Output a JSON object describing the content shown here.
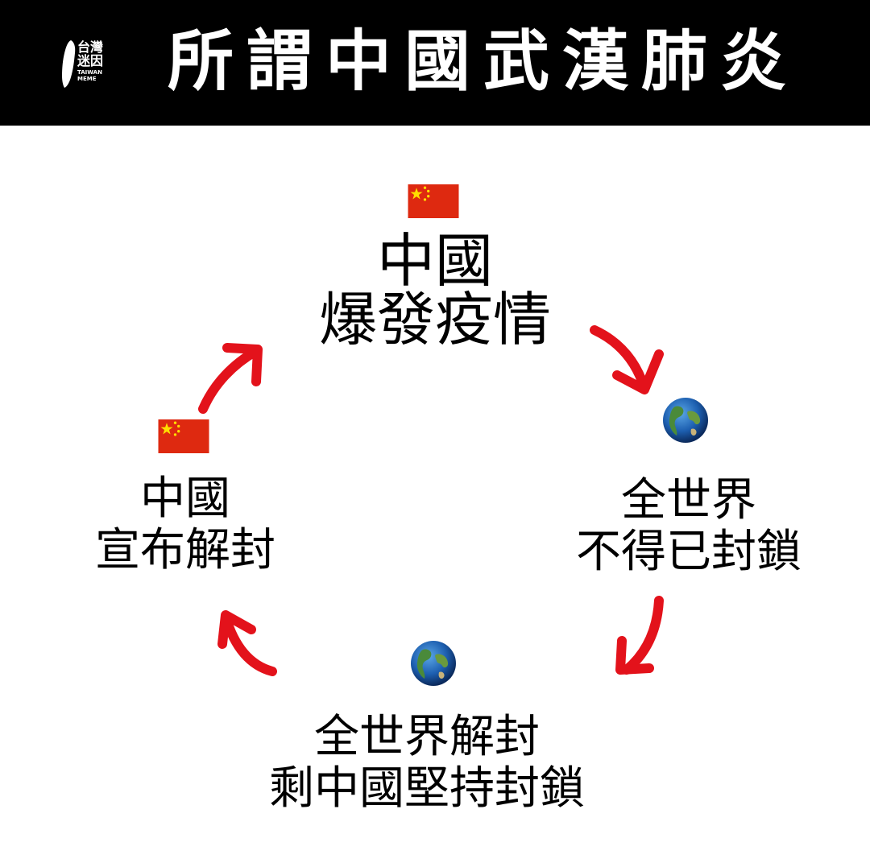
{
  "header": {
    "title": "所謂中國武漢肺炎",
    "logo_text": "台灣\n迷因",
    "logo_sub": "TAIWAN\nMEME",
    "background": "#000000"
  },
  "cycle": {
    "top": {
      "line1": "中國",
      "line2": "爆發疫情",
      "icon": "china-flag"
    },
    "right": {
      "line1": "全世界",
      "line2": "不得已封鎖",
      "icon": "earth-globe"
    },
    "bottom": {
      "line1": "全世界解封",
      "line2": "剩中國堅持封鎖",
      "icon": "earth-globe"
    },
    "left": {
      "line1": "中國",
      "line2": "宣布解封",
      "icon": "china-flag"
    }
  },
  "colors": {
    "arrow": "#e3121b",
    "flag_red": "#de2910",
    "flag_star": "#ffde00",
    "text": "#000000"
  }
}
